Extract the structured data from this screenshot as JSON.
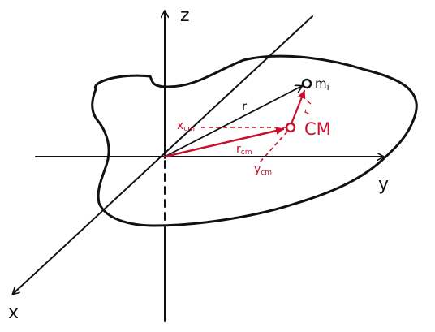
{
  "labels": {
    "axis_z": "z",
    "axis_y": "y",
    "axis_x": "x",
    "vector_r": "r",
    "particle": "m",
    "particle_sub": "i",
    "cm": "CM",
    "r_cm": "r",
    "r_cm_sub": "cm",
    "r_prime": "r",
    "x_cm": "x",
    "x_cm_sub": "cm",
    "y_cm": "y",
    "y_cm_sub": "cm"
  },
  "colors": {
    "ink": "#111111",
    "accent": "#c8102e"
  }
}
